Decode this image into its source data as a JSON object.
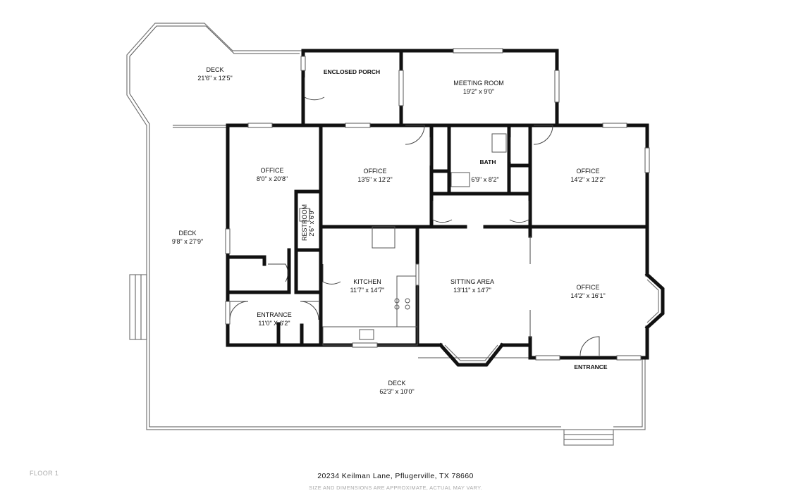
{
  "floor_label": "FLOOR 1",
  "address": "20234 Keilman Lane, Pflugerville, TX  78660",
  "disclaimer": "SIZE AND DIMENSIONS ARE APPROXIMATE, ACTUAL MAY VARY.",
  "rooms": {
    "deck_top": {
      "name": "DECK",
      "dim": "21'6\" x 12'5\""
    },
    "enclosed_porch": {
      "name": "ENCLOSED PORCH"
    },
    "meeting_room": {
      "name": "MEETING ROOM",
      "dim": "19'2\" x 9'0\""
    },
    "office_narrow": {
      "name": "OFFICE",
      "dim": "8'0\" x 20'8\""
    },
    "office_center": {
      "name": "OFFICE",
      "dim": "13'5\" x 12'2\""
    },
    "bath": {
      "name": "BATH",
      "dim": "6'9\" x 8'2\""
    },
    "office_right": {
      "name": "OFFICE",
      "dim": "14'2\" x 12'2\""
    },
    "deck_left": {
      "name": "DECK",
      "dim": "9'8\" x 27'9\""
    },
    "restroom": {
      "name": "RESTROOM",
      "dim": "2'6\" x 6'9\""
    },
    "kitchen": {
      "name": "KITCHEN",
      "dim": "11'7\" x 14'7\""
    },
    "sitting_area": {
      "name": "SITTING AREA",
      "dim": "13'11\" x 14'7\""
    },
    "office_front": {
      "name": "OFFICE",
      "dim": "14'2\" x 16'1\""
    },
    "entrance_left": {
      "name": "ENTRANCE",
      "dim": "11'0\" X 6'2\""
    },
    "entrance_right": {
      "name": "ENTRANCE"
    },
    "deck_bottom": {
      "name": "DECK",
      "dim": "62'3\" x 10'0\""
    }
  }
}
